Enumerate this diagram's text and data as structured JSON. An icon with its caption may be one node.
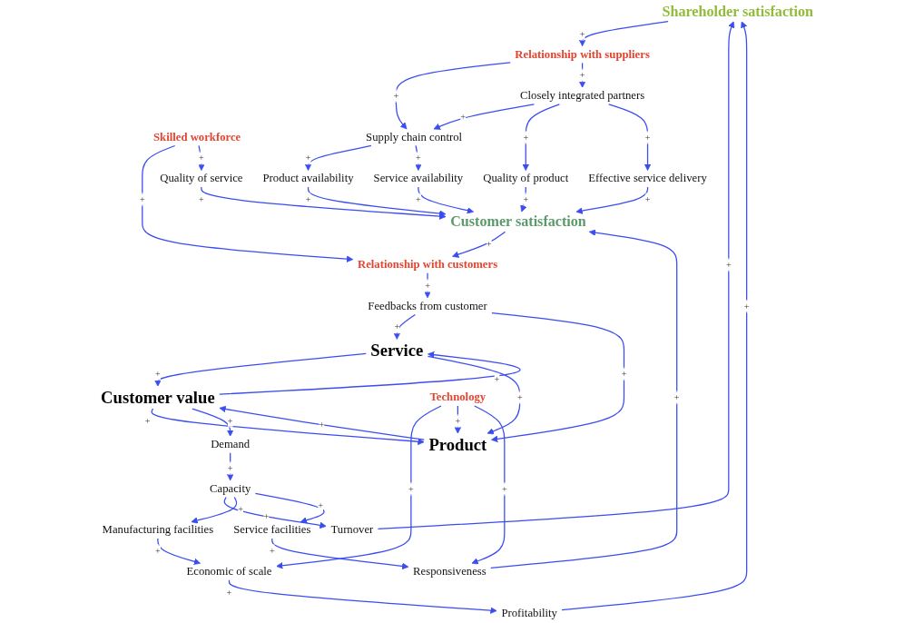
{
  "diagram": {
    "nodes": [
      {
        "text": [
          "Shareholder satisfaction"
        ]
      },
      {
        "text": [
          "Profitability"
        ]
      },
      {
        "text": [
          "Turnover"
        ]
      },
      {
        "text": [
          "Manufacturing facilities"
        ]
      },
      {
        "text": [
          "Service"
        ]
      },
      {
        "text": [
          "Customer value"
        ]
      },
      {
        "text": [
          "Economic of scale"
        ]
      },
      {
        "text": [
          "Demand"
        ]
      },
      {
        "text": [
          "Capacity"
        ]
      },
      {
        "text": [
          "Feedbacks from customer"
        ]
      },
      {
        "text": [
          "Product"
        ]
      },
      {
        "text": [
          "Technology"
        ]
      },
      {
        "text": [
          "Service facilities"
        ]
      },
      {
        "text": [
          "Customer satisfaction"
        ]
      },
      {
        "text": [
          "Responsiveness"
        ]
      },
      {
        "text": [
          "Relationship with customers"
        ]
      },
      {
        "text": [
          "Quality of service"
        ]
      },
      {
        "text": [
          "Effective service delivery"
        ]
      },
      {
        "text": [
          "Product availability"
        ]
      },
      {
        "text": [
          "Quality of product"
        ]
      },
      {
        "text": [
          "Skilled workforce"
        ]
      },
      {
        "text": [
          "Supply chain control"
        ]
      },
      {
        "text": [
          "Service availability"
        ]
      },
      {
        "text": [
          "Closely integrated partners"
        ]
      },
      {
        "text": [
          "Relationship with suppliers"
        ]
      }
    ],
    "edges": [
      {
        "from": 1,
        "to": 0,
        "arrow": "to",
        "label": "+"
      },
      {
        "from": 2,
        "to": 0,
        "arrow": "to",
        "label": "+"
      },
      {
        "from": 0,
        "to": 24,
        "arrow": "to",
        "label": "+"
      },
      {
        "from": 5,
        "to": 4,
        "arrow": "to",
        "label": "+"
      },
      {
        "from": 4,
        "to": 5,
        "arrow": "to",
        "label": "+"
      },
      {
        "from": 4,
        "to": 10,
        "arrow": "to",
        "label": "+"
      },
      {
        "from": 10,
        "to": 5,
        "arrow": "to",
        "label": "+"
      },
      {
        "from": 5,
        "to": 10,
        "arrow": "to",
        "label": "+"
      },
      {
        "from": 5,
        "to": 7,
        "arrow": "to",
        "label": "+"
      },
      {
        "from": 7,
        "to": 8,
        "arrow": "to",
        "label": "+"
      },
      {
        "from": 8,
        "to": 2,
        "arrow": "to",
        "label": "+"
      },
      {
        "from": 8,
        "to": 3,
        "arrow": "to",
        "label": "+"
      },
      {
        "from": 3,
        "to": 6,
        "arrow": "to",
        "label": "+"
      },
      {
        "from": 6,
        "to": 1,
        "arrow": "to",
        "label": "+"
      },
      {
        "from": 8,
        "to": 12,
        "arrow": "to",
        "label": "+"
      },
      {
        "from": 11,
        "to": 6,
        "arrow": "to",
        "label": "+"
      },
      {
        "from": 11,
        "to": 10,
        "arrow": "to",
        "label": "+"
      },
      {
        "from": 11,
        "to": 14,
        "arrow": "to",
        "label": "+"
      },
      {
        "from": 12,
        "to": 14,
        "arrow": "to",
        "label": "+"
      },
      {
        "from": 14,
        "to": 13,
        "arrow": "to",
        "label": "+"
      },
      {
        "from": 9,
        "to": 4,
        "arrow": "to",
        "label": "+"
      },
      {
        "from": 9,
        "to": 10,
        "arrow": "to",
        "label": "+"
      },
      {
        "from": 13,
        "to": 15,
        "arrow": "to",
        "label": "+"
      },
      {
        "from": 15,
        "to": 9,
        "arrow": "to",
        "label": "+"
      },
      {
        "from": 20,
        "to": 15,
        "arrow": "to",
        "label": "+"
      },
      {
        "from": 20,
        "to": 16,
        "arrow": "to",
        "label": "+"
      },
      {
        "from": 16,
        "to": 13,
        "arrow": "to",
        "label": "+"
      },
      {
        "from": 22,
        "to": 13,
        "arrow": "to",
        "label": "+"
      },
      {
        "from": 18,
        "to": 13,
        "arrow": "to",
        "label": "+"
      },
      {
        "from": 19,
        "to": 13,
        "arrow": "to",
        "label": "+"
      },
      {
        "from": 17,
        "to": 13,
        "arrow": "to",
        "label": "+"
      },
      {
        "from": 21,
        "to": 18,
        "arrow": "to",
        "label": "+"
      },
      {
        "from": 21,
        "to": 22,
        "arrow": "to",
        "label": "+"
      },
      {
        "from": 23,
        "to": 21,
        "arrow": "to",
        "label": "+"
      },
      {
        "from": 23,
        "to": 19,
        "arrow": "to",
        "label": "+"
      },
      {
        "from": 23,
        "to": 17,
        "arrow": "to",
        "label": "+"
      },
      {
        "from": 24,
        "to": 21,
        "arrow": "to",
        "label": "+"
      },
      {
        "from": 24,
        "to": 23,
        "arrow": "to",
        "label": "+"
      }
    ]
  }
}
